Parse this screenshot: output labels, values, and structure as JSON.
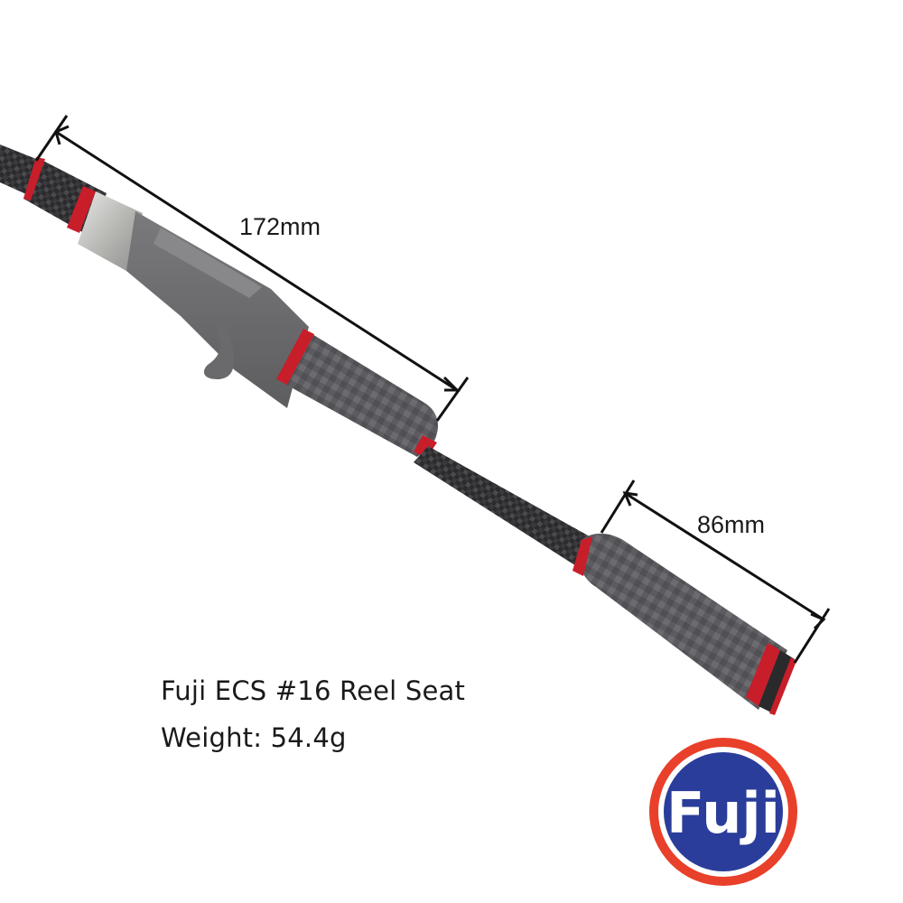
{
  "dimensions": {
    "reel_seat_length": "172mm",
    "rear_grip_length": "86mm"
  },
  "specs": {
    "title": "Fuji ECS #16 Reel Seat",
    "weight": "Weight: 54.4g"
  },
  "logo": {
    "text": "Fuji",
    "ring_color": "#e8402a",
    "fill_color": "#2b3d9a",
    "text_color": "#ffffff"
  },
  "colors": {
    "accent_red": "#c81e2a",
    "grip_gray": "#6e6e70",
    "carbon_dark": "#2a2a2c"
  }
}
